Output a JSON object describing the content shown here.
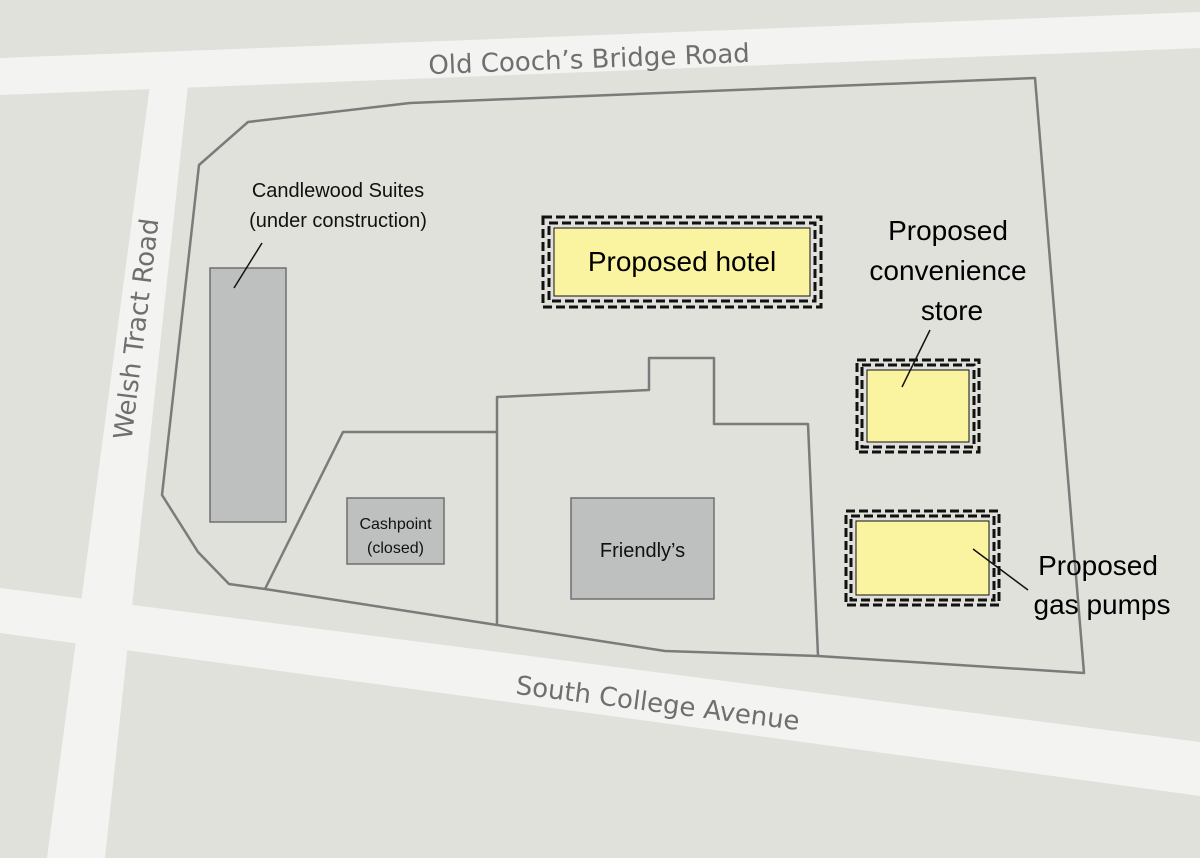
{
  "roads": {
    "north": "Old Cooch’s Bridge Road",
    "west": "Welsh Tract Road",
    "south": "South College Avenue"
  },
  "buildings": {
    "candlewood_line1": "Candlewood Suites",
    "candlewood_line2": "(under construction)",
    "cashpoint_line1": "Cashpoint",
    "cashpoint_line2": "(closed)",
    "friendlys": "Friendly’s"
  },
  "proposed": {
    "hotel": "Proposed hotel",
    "store_line1": "Proposed",
    "store_line2": "convenience",
    "store_line3": "store",
    "pumps_line1": "Proposed",
    "pumps_line2": "gas pumps"
  },
  "colors": {
    "background": "#e0e1db",
    "road": "#f3f3f2",
    "parcel_line": "#7b7b7b",
    "existing_building": "#bebfbf",
    "proposed_fill": "#faf3a0"
  }
}
